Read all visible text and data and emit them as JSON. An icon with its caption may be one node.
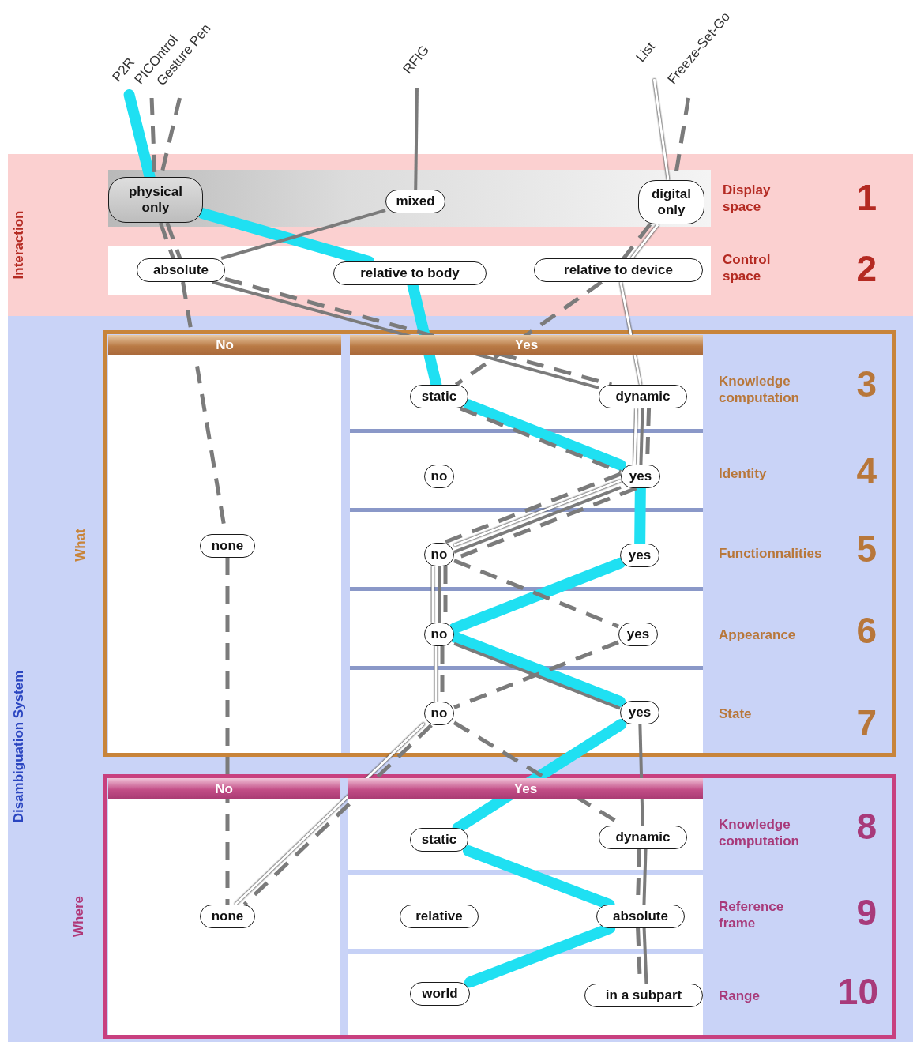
{
  "diagram": {
    "nodes": [
      {
        "text": [
          "P2R"
        ]
      },
      {
        "text": [
          "PICOntrol"
        ]
      },
      {
        "text": [
          "Gesture Pen"
        ]
      },
      {
        "text": [
          "RFIG"
        ]
      },
      {
        "text": [
          "List"
        ]
      },
      {
        "text": [
          "Freeze-Set-Go"
        ]
      },
      {
        "text": [
          "Interaction"
        ]
      },
      {
        "text": [
          "physical only"
        ],
        "in": 6
      },
      {
        "text": [
          "mixed"
        ],
        "in": 6
      },
      {
        "text": [
          "digital only"
        ],
        "in": 6
      },
      {
        "text": [
          "absolute"
        ],
        "in": 6
      },
      {
        "text": [
          "relative to body"
        ],
        "in": 6
      },
      {
        "text": [
          "relative to device"
        ],
        "in": 6
      },
      {
        "text": [
          "Disambiguation System"
        ]
      },
      {
        "text": [
          "What"
        ],
        "in": 13
      },
      {
        "text": [
          "static"
        ],
        "in": 14
      },
      {
        "text": [
          "dynamic"
        ],
        "in": 14
      },
      {
        "text": [
          "no"
        ],
        "in": 14
      },
      {
        "text": [
          "yes"
        ],
        "in": 14
      },
      {
        "text": [
          "none"
        ],
        "in": 14
      },
      {
        "text": [
          "no"
        ],
        "in": 14
      },
      {
        "text": [
          "yes"
        ],
        "in": 14
      },
      {
        "text": [
          "no"
        ],
        "in": 14
      },
      {
        "text": [
          "yes"
        ],
        "in": 14
      },
      {
        "text": [
          "no"
        ],
        "in": 14
      },
      {
        "text": [
          "yes"
        ],
        "in": 14
      },
      {
        "text": [
          "Where"
        ],
        "in": 13
      },
      {
        "text": [
          "static"
        ],
        "in": 26
      },
      {
        "text": [
          "dynamic"
        ],
        "in": 26
      },
      {
        "text": [
          "none"
        ],
        "in": 26
      },
      {
        "text": [
          "relative"
        ],
        "in": 26
      },
      {
        "text": [
          "absolute"
        ],
        "in": 26
      },
      {
        "text": [
          "world"
        ],
        "in": 26
      },
      {
        "text": [
          "in a subpart"
        ],
        "in": 26
      }
    ],
    "edges": [
      {
        "from": 0,
        "to": 7,
        "arrow": "none",
        "style": "thick",
        "color": "#1fe0f2"
      },
      {
        "from": 7,
        "to": 11,
        "arrow": "none",
        "style": "thick",
        "color": "#1fe0f2"
      },
      {
        "from": 11,
        "to": 15,
        "arrow": "none",
        "style": "thick",
        "color": "#1fe0f2"
      },
      {
        "from": 15,
        "to": 18,
        "arrow": "none",
        "style": "thick",
        "color": "#1fe0f2"
      },
      {
        "from": 18,
        "to": 21,
        "arrow": "none",
        "style": "thick",
        "color": "#1fe0f2"
      },
      {
        "from": 21,
        "to": 22,
        "arrow": "none",
        "style": "thick",
        "color": "#1fe0f2"
      },
      {
        "from": 22,
        "to": 25,
        "arrow": "none",
        "style": "thick",
        "color": "#1fe0f2"
      },
      {
        "from": 25,
        "to": 27,
        "arrow": "none",
        "style": "thick",
        "color": "#1fe0f2"
      },
      {
        "from": 27,
        "to": 31,
        "arrow": "none",
        "style": "thick",
        "color": "#1fe0f2"
      },
      {
        "from": 31,
        "to": 32,
        "arrow": "none",
        "style": "thick",
        "color": "#1fe0f2"
      },
      {
        "from": 1,
        "to": 7,
        "arrow": "none",
        "style": "dashed"
      },
      {
        "from": 7,
        "to": 10,
        "arrow": "none",
        "style": "dashed"
      },
      {
        "from": 10,
        "to": 19,
        "arrow": "none",
        "style": "dashed"
      },
      {
        "from": 19,
        "to": 29,
        "arrow": "none",
        "style": "dashed"
      },
      {
        "from": 2,
        "to": 7,
        "arrow": "none",
        "style": "dashed"
      },
      {
        "from": 7,
        "to": 10,
        "arrow": "none",
        "style": "dashed"
      },
      {
        "from": 10,
        "to": 16,
        "arrow": "none",
        "style": "dashed"
      },
      {
        "from": 16,
        "to": 18,
        "arrow": "none",
        "style": "dashed"
      },
      {
        "from": 18,
        "to": 20,
        "arrow": "none",
        "style": "dashed"
      },
      {
        "from": 20,
        "to": 22,
        "arrow": "none",
        "style": "dashed"
      },
      {
        "from": 22,
        "to": 24,
        "arrow": "none",
        "style": "dashed"
      },
      {
        "from": 24,
        "to": 29,
        "arrow": "none",
        "style": "dashed"
      },
      {
        "from": 3,
        "to": 8,
        "arrow": "none"
      },
      {
        "from": 8,
        "to": 10,
        "arrow": "none"
      },
      {
        "from": 10,
        "to": 16,
        "arrow": "none"
      },
      {
        "from": 16,
        "to": 18,
        "arrow": "none"
      },
      {
        "from": 18,
        "to": 20,
        "arrow": "none"
      },
      {
        "from": 20,
        "to": 22,
        "arrow": "none"
      },
      {
        "from": 22,
        "to": 25,
        "arrow": "none"
      },
      {
        "from": 25,
        "to": 28,
        "arrow": "none"
      },
      {
        "from": 28,
        "to": 31,
        "arrow": "none"
      },
      {
        "from": 31,
        "to": 33,
        "arrow": "none"
      },
      {
        "from": 4,
        "to": 9,
        "arrow": "none",
        "color": "#ffffff"
      },
      {
        "from": 9,
        "to": 12,
        "arrow": "none",
        "color": "#ffffff"
      },
      {
        "from": 12,
        "to": 16,
        "arrow": "none",
        "color": "#ffffff"
      },
      {
        "from": 16,
        "to": 18,
        "arrow": "none",
        "color": "#ffffff"
      },
      {
        "from": 18,
        "to": 20,
        "arrow": "none",
        "color": "#ffffff"
      },
      {
        "from": 20,
        "to": 22,
        "arrow": "none",
        "color": "#ffffff"
      },
      {
        "from": 22,
        "to": 24,
        "arrow": "none",
        "color": "#ffffff"
      },
      {
        "from": 24,
        "to": 29,
        "arrow": "none",
        "color": "#ffffff"
      },
      {
        "from": 5,
        "to": 9,
        "arrow": "none",
        "style": "dashed"
      },
      {
        "from": 9,
        "to": 12,
        "arrow": "none",
        "style": "dashed"
      },
      {
        "from": 12,
        "to": 15,
        "arrow": "none",
        "style": "dashed"
      },
      {
        "from": 15,
        "to": 18,
        "arrow": "none",
        "style": "dashed"
      },
      {
        "from": 18,
        "to": 20,
        "arrow": "none",
        "style": "dashed"
      },
      {
        "from": 20,
        "to": 23,
        "arrow": "none",
        "style": "dashed"
      },
      {
        "from": 23,
        "to": 24,
        "arrow": "none",
        "style": "dashed"
      },
      {
        "from": 24,
        "to": 28,
        "arrow": "none",
        "style": "dashed"
      },
      {
        "from": 28,
        "to": 31,
        "arrow": "none",
        "style": "dashed"
      },
      {
        "from": 31,
        "to": 33,
        "arrow": "none",
        "style": "dashed"
      }
    ],
    "labels": [
      "Display space",
      "1",
      "Control space",
      "2",
      "No",
      "Yes",
      "Knowledge computation",
      "3",
      "Identity",
      "4",
      "Functionnalities",
      "5",
      "Appearance",
      "6",
      "State",
      "7",
      "No",
      "Yes",
      "Knowledge computation",
      "8",
      "Reference frame",
      "9",
      "Range",
      "10"
    ]
  }
}
